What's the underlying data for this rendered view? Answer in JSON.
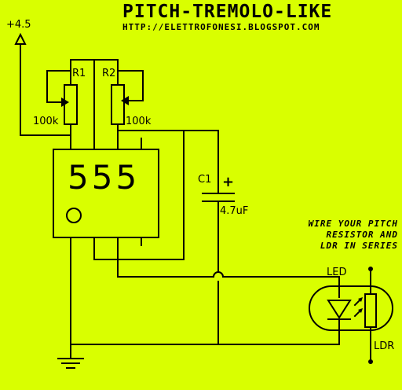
{
  "header": {
    "title": "PITCH-TREMOLO-LIKE",
    "url": "HTTP://ELETTROFONESI.BLOGSPOT.COM"
  },
  "labels": {
    "supply": "+4.5",
    "r1": "R1",
    "r2": "R2",
    "r1_value": "100k",
    "r2_value": "100k",
    "chip": "555",
    "c1": "C1",
    "c1_plus": "+",
    "c1_value": "4.7uF",
    "led": "LED",
    "ldr": "LDR"
  },
  "note": {
    "lines": [
      "WIRE YOUR PITCH",
      "RESISTOR AND",
      "LDR IN SERIES"
    ]
  }
}
